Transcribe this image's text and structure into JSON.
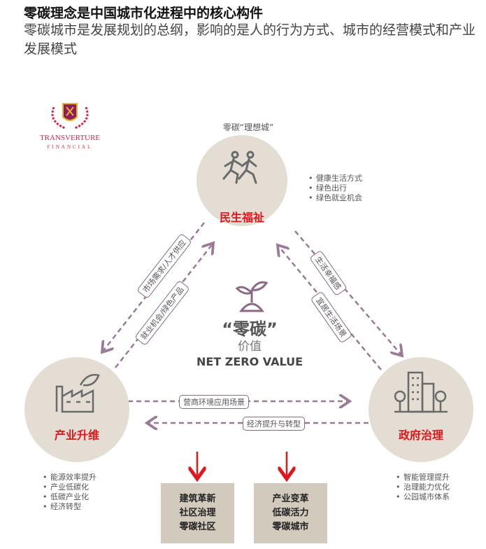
{
  "header": {
    "title": "零碳理念是中国城市化进程中的核心构件",
    "subtitle": "零碳城市是发展规划的总纲，影响的是人的行为方式、城市的经营模式和产业发展模式"
  },
  "logo": {
    "name": "TRANSVERTURE",
    "sub": "FINANCIAL"
  },
  "top_caption": "零碳“理想城”",
  "nodes": {
    "top": {
      "label": "民生福祉",
      "icon": "runners-icon",
      "bullets": [
        "健康生活方式",
        "绿色出行",
        "绿色就业机会"
      ]
    },
    "left": {
      "label": "产业升维",
      "icon": "factory-icon",
      "bullets": [
        "能源效率提升",
        "产业低碳化",
        "低碳产业化",
        "经济转型"
      ]
    },
    "right": {
      "label": "政府治理",
      "icon": "city-buildings-icon",
      "bullets": [
        "智能管理提升",
        "治理能力优化",
        "公园城市体系"
      ]
    }
  },
  "center": {
    "quote": "“零碳”",
    "sub": "价值",
    "en": "NET ZERO VALUE",
    "icon": "sprout-icon"
  },
  "links": {
    "l1": "市场需求/人才供应",
    "l2": "就业机会/绿色产品",
    "r1": "生活幸福感",
    "r2": "宜居生活场景",
    "h1": "营商环境应用场景",
    "h2": "经济提升与转型"
  },
  "boxes": [
    [
      "建筑革新",
      "社区治理",
      "零碳社区"
    ],
    [
      "产业变革",
      "低碳活力",
      "零碳城市"
    ]
  ],
  "colors": {
    "accent": "#e0161b",
    "circle": "#e3ddd3",
    "line": "#9a7a95",
    "box": "#d2cbbd"
  }
}
